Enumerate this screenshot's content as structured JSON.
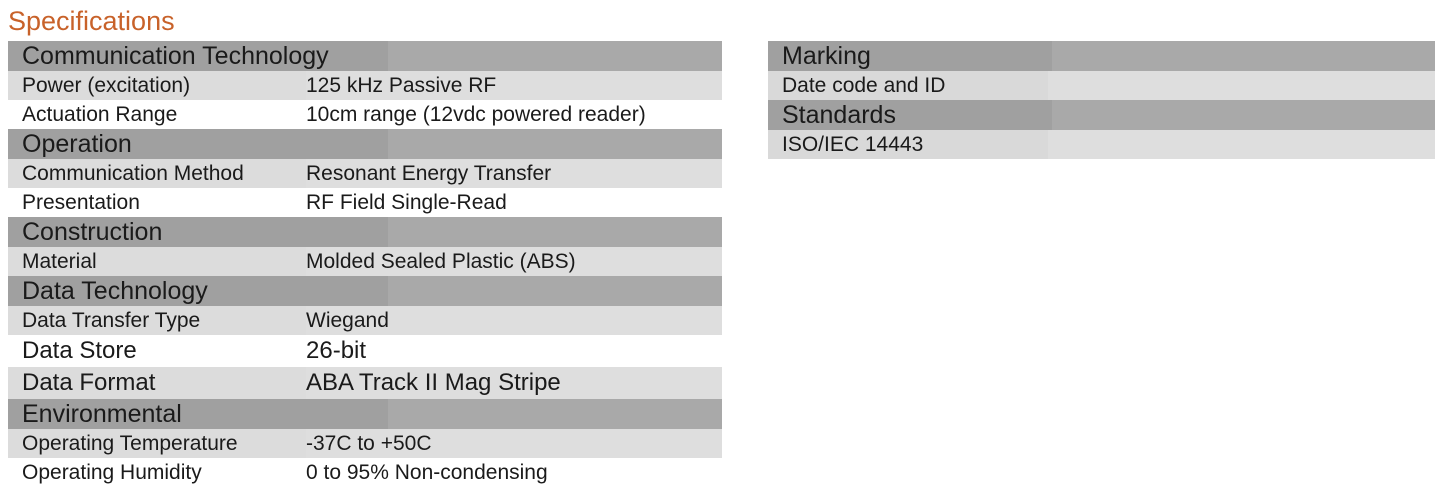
{
  "title": "Specifications",
  "left": {
    "communication_technology": {
      "heading": "Communication Technology",
      "rows": [
        {
          "label": "Power (excitation)",
          "value": "125 kHz Passive RF"
        },
        {
          "label": "Actuation Range",
          "value": "10cm range (12vdc powered reader)"
        }
      ]
    },
    "operation": {
      "heading": "Operation",
      "rows": [
        {
          "label": "Communication Method",
          "value": "Resonant Energy Transfer"
        },
        {
          "label": "Presentation",
          "value": "RF Field Single-Read"
        }
      ]
    },
    "construction": {
      "heading": "Construction",
      "rows": [
        {
          "label": "Material",
          "value": "Molded Sealed Plastic (ABS)"
        }
      ]
    },
    "data_technology": {
      "heading": "Data Technology",
      "rows": [
        {
          "label": "Data Transfer Type",
          "value": "Wiegand"
        },
        {
          "label": "Data Store",
          "value": "26-bit"
        },
        {
          "label": "Data Format",
          "value": "ABA Track II Mag Stripe"
        }
      ]
    },
    "environmental": {
      "heading": "Environmental",
      "rows": [
        {
          "label": "Operating Temperature",
          "value": "-37C to +50C"
        },
        {
          "label": "Operating Humidity",
          "value": "0 to 95% Non-condensing"
        }
      ]
    }
  },
  "right": {
    "marking": {
      "heading": "Marking",
      "rows": [
        {
          "label": "Date code and ID",
          "value": ""
        }
      ]
    },
    "standards": {
      "heading": "Standards",
      "rows": [
        {
          "label": "ISO/IEC 14443",
          "value": ""
        }
      ]
    }
  }
}
